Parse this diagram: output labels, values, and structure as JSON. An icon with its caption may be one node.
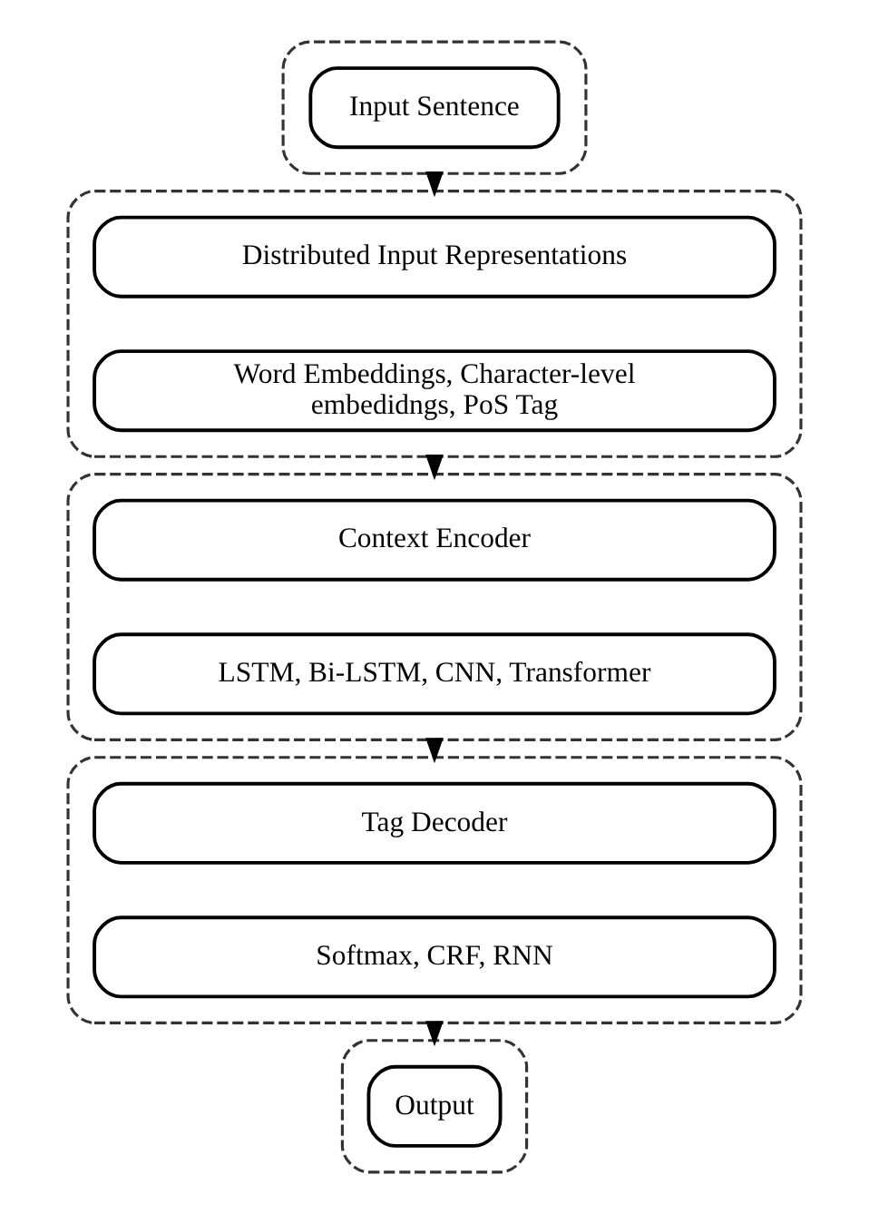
{
  "diagram": {
    "nodes": [
      {
        "text": [],
        "shape": "box"
      },
      {
        "text": [
          "Input Sentence"
        ],
        "in": 0
      },
      {
        "text": [],
        "shape": "box"
      },
      {
        "text": [
          "Distributed Input Representations"
        ],
        "in": 2
      },
      {
        "text": [
          "Word Embeddings, Character-level embedidngs, PoS Tag"
        ],
        "in": 2
      },
      {
        "text": [],
        "shape": "box"
      },
      {
        "text": [
          "Context Encoder"
        ],
        "in": 5
      },
      {
        "text": [
          "LSTM, Bi-LSTM, CNN, Transformer"
        ],
        "in": 5
      },
      {
        "text": [],
        "shape": "box"
      },
      {
        "text": [
          "Tag Decoder"
        ],
        "in": 8
      },
      {
        "text": [
          "Softmax, CRF, RNN"
        ],
        "in": 8
      },
      {
        "text": [],
        "shape": "box"
      },
      {
        "text": [
          "Output"
        ],
        "in": 11
      }
    ],
    "edges": [
      {
        "from": 0,
        "to": 2,
        "arrow": "to"
      },
      {
        "from": 2,
        "to": 5,
        "arrow": "to"
      },
      {
        "from": 5,
        "to": 8,
        "arrow": "to"
      },
      {
        "from": 8,
        "to": 11,
        "arrow": "to"
      }
    ]
  }
}
